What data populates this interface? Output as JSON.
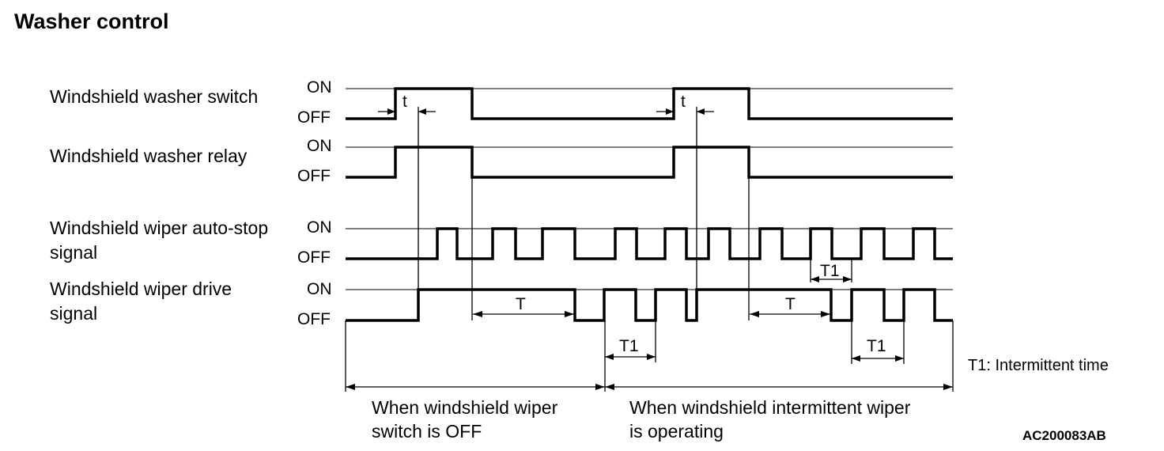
{
  "title": "Washer control",
  "signals": [
    {
      "id": "washer-switch",
      "label_lines": [
        "Windshield washer switch"
      ],
      "on": "ON",
      "off": "OFF"
    },
    {
      "id": "washer-relay",
      "label_lines": [
        "Windshield washer relay"
      ],
      "on": "ON",
      "off": "OFF"
    },
    {
      "id": "autostop",
      "label_lines": [
        "Windshield wiper auto-stop",
        "signal"
      ],
      "on": "ON",
      "off": "OFF"
    },
    {
      "id": "drive",
      "label_lines": [
        "Windshield wiper drive",
        "signal"
      ],
      "on": "ON",
      "off": "OFF"
    }
  ],
  "interval_labels": {
    "t": "t",
    "T": "T",
    "T1": "T1"
  },
  "sections": [
    {
      "lines": [
        "When windshield wiper",
        "switch is OFF"
      ]
    },
    {
      "lines": [
        "When windshield intermittent wiper",
        "is operating"
      ]
    }
  ],
  "legend": "T1: Intermittent time",
  "figure_code": "AC200083AB"
}
